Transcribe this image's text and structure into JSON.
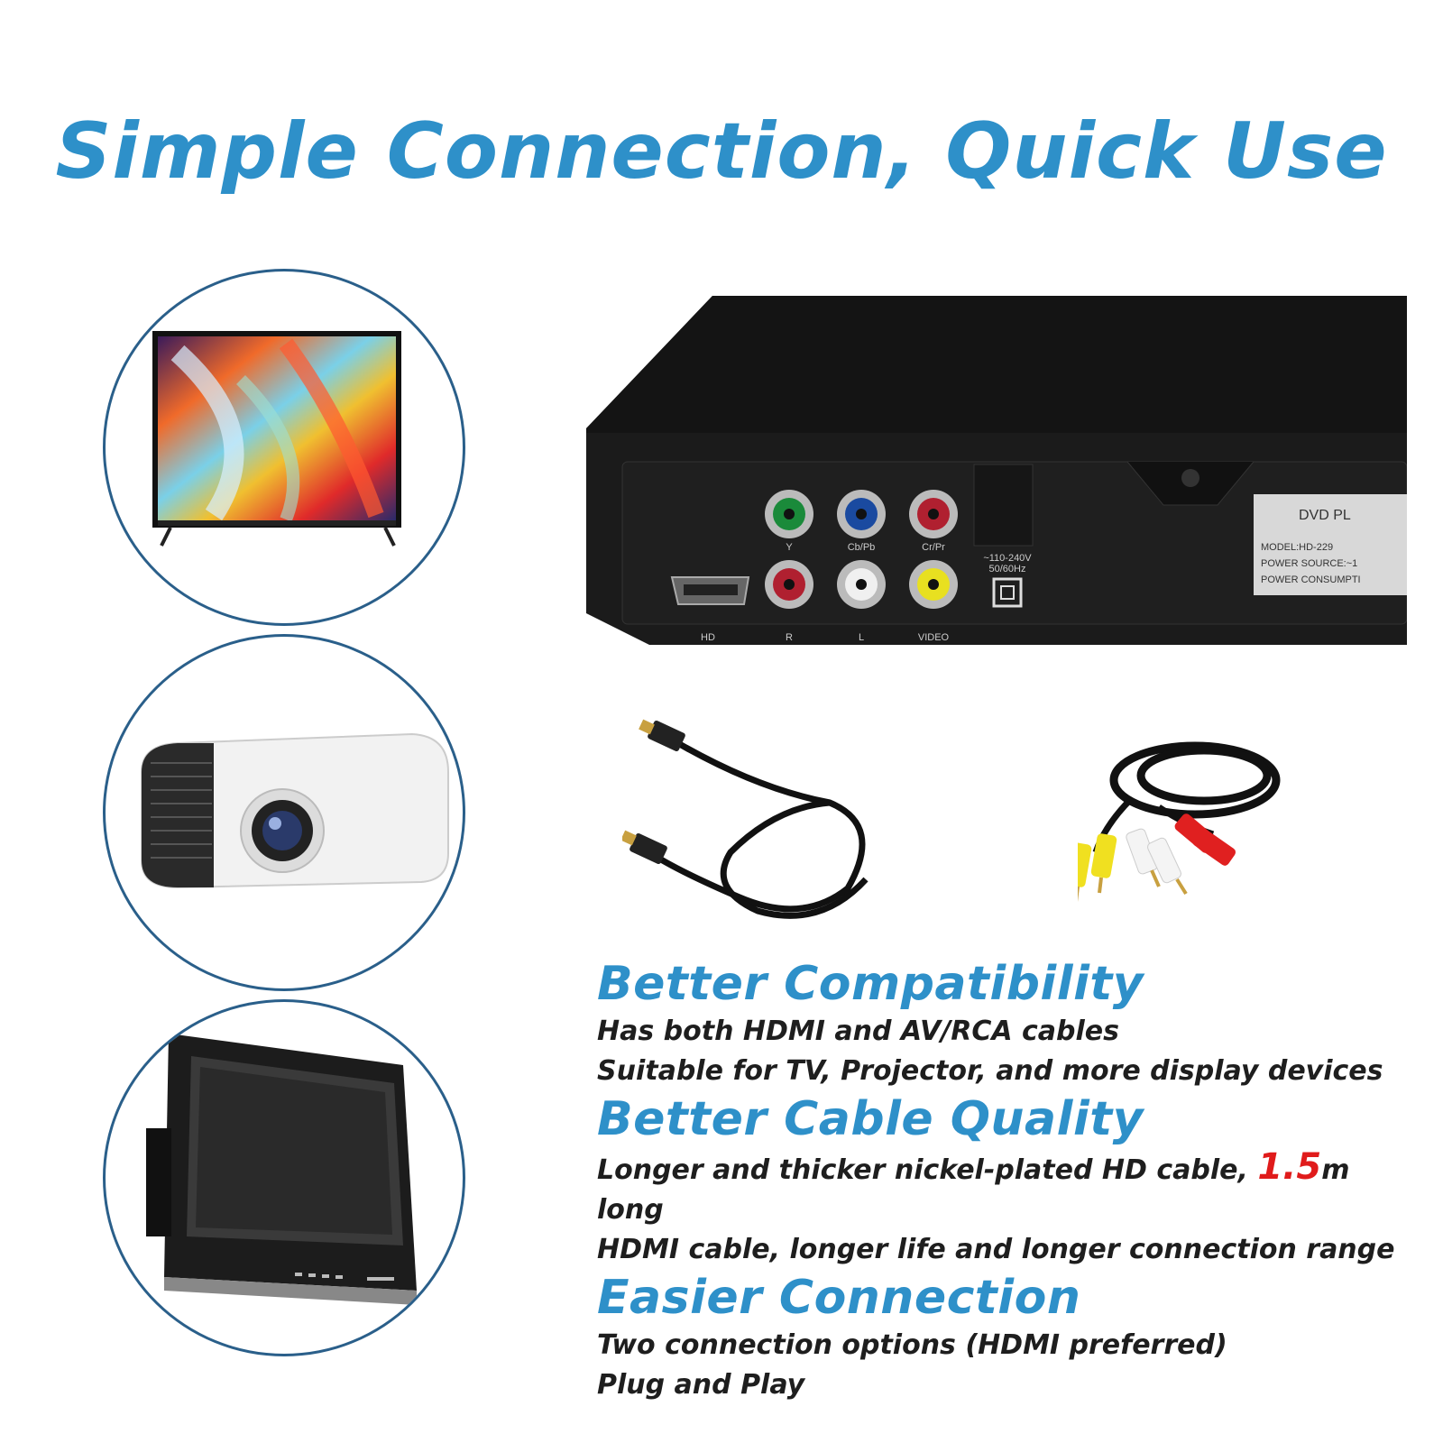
{
  "title": "Simple Connection, Quick Use",
  "devices": [
    {
      "name": "flat-tv"
    },
    {
      "name": "projector"
    },
    {
      "name": "crt-tv"
    }
  ],
  "player": {
    "label_top": "DVD PL",
    "model": "MODEL:HD-229",
    "power_source": "POWER SOURCE:~1",
    "power_consumption": "POWER CONSUMPTI",
    "power_rating_1": "~110-240V",
    "power_rating_2": "50/60Hz",
    "jack_labels_top": [
      "Y",
      "Cb/Pb",
      "Cr/Pr"
    ],
    "jack_labels_bottom": [
      "HD",
      "R",
      "L",
      "VIDEO"
    ]
  },
  "features": [
    {
      "heading": "Better Compatibility",
      "lines": [
        "Has both HDMI and AV/RCA cables",
        "Suitable for TV, Projector, and more display devices"
      ]
    },
    {
      "heading": "Better Cable Quality",
      "line1_pre": "Longer and thicker nickel-plated HD cable, ",
      "line1_highlight": "1.5",
      "line1_post": "m long",
      "line2": "HDMI cable, longer life and longer connection range"
    },
    {
      "heading": "Easier Connection",
      "lines": [
        "Two connection options (HDMI preferred)",
        "Plug and Play"
      ]
    }
  ],
  "colors": {
    "accent": "#2e90c9",
    "highlight": "#e01b1b",
    "text": "#1e1e1e",
    "circle_border": "#2a5f8a"
  }
}
